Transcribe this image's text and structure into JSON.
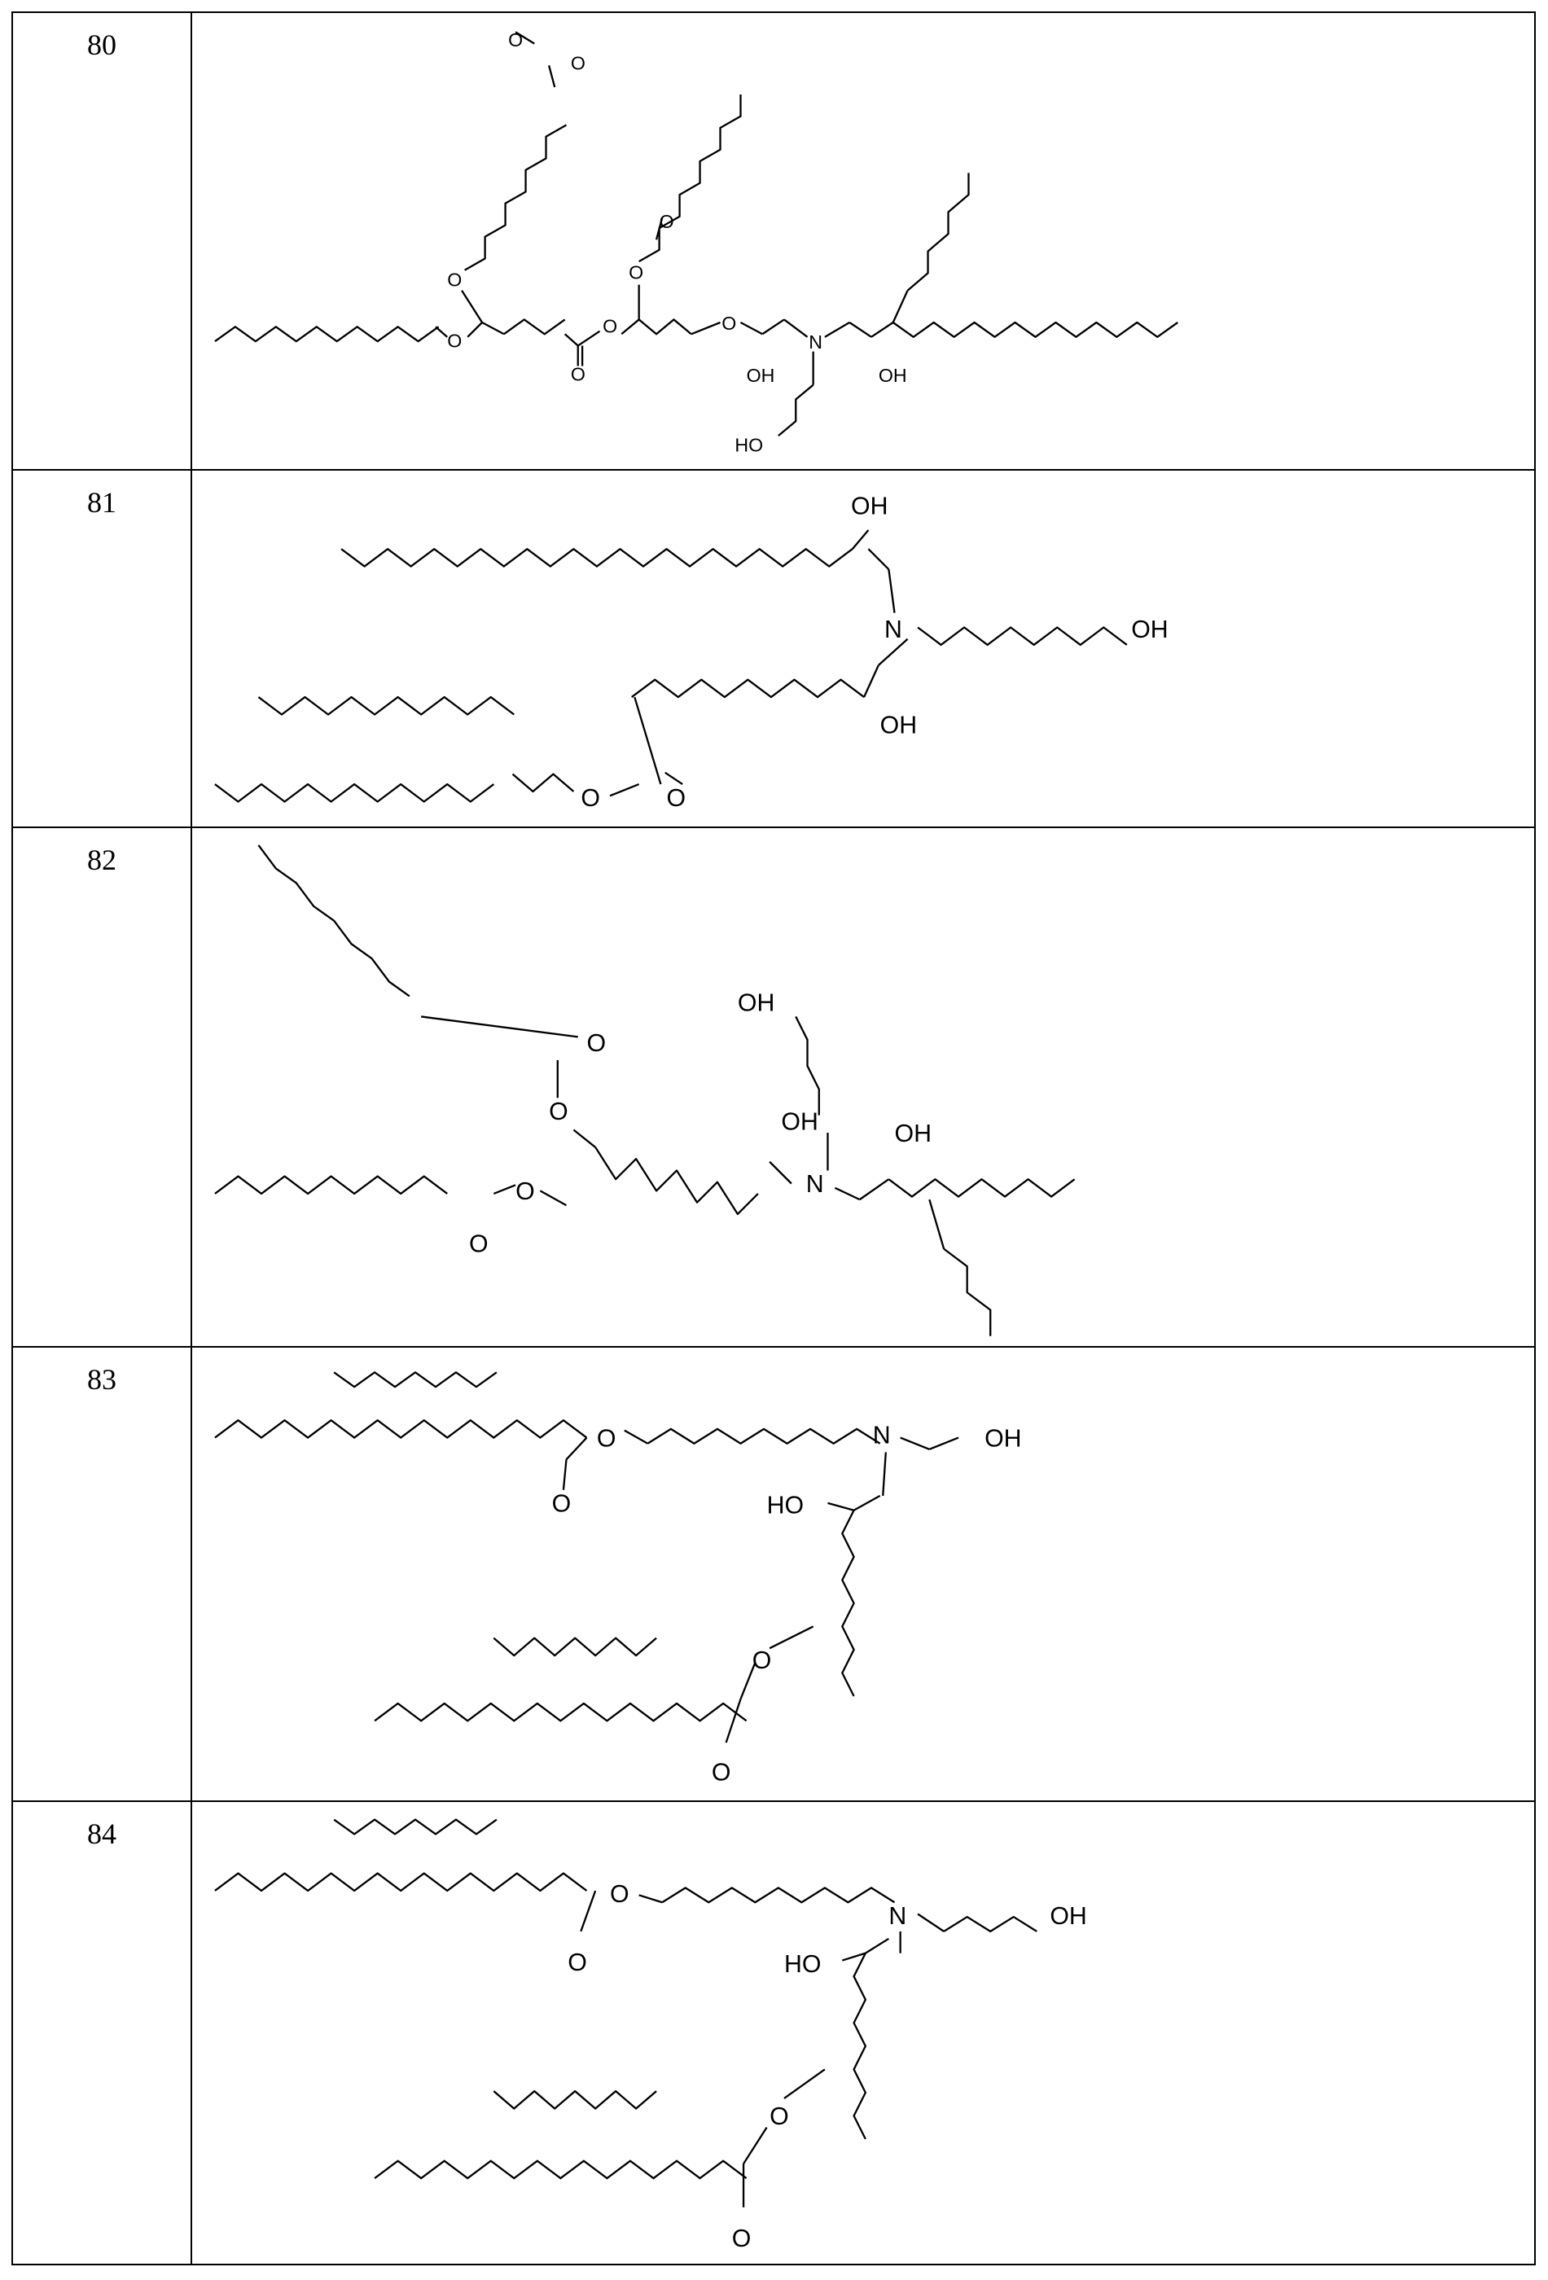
{
  "table": {
    "rows": [
      {
        "number": "80",
        "atoms": [
          "O",
          "O",
          "O",
          "O",
          "O",
          "O",
          "O",
          "O",
          "O",
          "OH",
          "N",
          "OH",
          "HO"
        ]
      },
      {
        "number": "81",
        "atoms": [
          "OH",
          "N",
          "OH",
          "OH",
          "O",
          "O"
        ]
      },
      {
        "number": "82",
        "atoms": [
          "O",
          "O",
          "OH",
          "OH",
          "N",
          "OH",
          "O",
          "O"
        ]
      },
      {
        "number": "83",
        "atoms": [
          "O",
          "O",
          "N",
          "OH",
          "HO",
          "O",
          "O"
        ]
      },
      {
        "number": "84",
        "atoms": [
          "O",
          "O",
          "N",
          "OH",
          "HO",
          "O",
          "O"
        ]
      }
    ]
  }
}
